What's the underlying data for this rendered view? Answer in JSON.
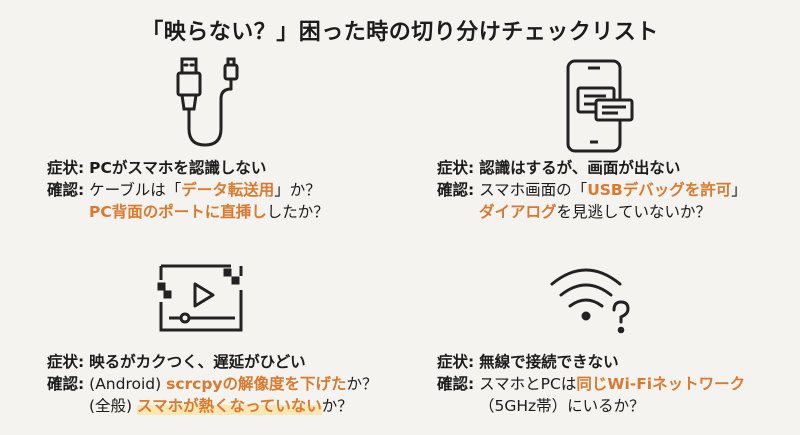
{
  "title": "「映らない？」困った時の切り分けチェックリスト",
  "colors": {
    "accent": "#d97a2f",
    "highlight": "#fbe7b4",
    "background": "#f4f3f0"
  },
  "cards": [
    {
      "icon": "usb-cable-icon",
      "symptom_label": "症状:",
      "symptom": "PCがスマホを認識しない",
      "check_label": "確認:",
      "l1a": "ケーブルは「",
      "l1b": "データ転送用",
      "l1c": "」か？",
      "l2a": "PC背面のポートに直挿し",
      "l2b": "したか？"
    },
    {
      "icon": "smartphone-dialog-icon",
      "symptom_label": "症状:",
      "symptom": "認識はするが、画面が出ない",
      "check_label": "確認:",
      "l1a": "スマホ画面の「",
      "l1b": "USBデバッグを許可",
      "l1c": "」",
      "l2a": "ダイアログ",
      "l2b": "を見逃していないか？"
    },
    {
      "icon": "video-player-icon",
      "symptom_label": "症状:",
      "symptom": "映るがカクつく、遅延がひどい",
      "check_label": "確認:",
      "l1a": "(Android) ",
      "l1b": "scrcpyの解像度を下げた",
      "l1c": "か？",
      "l2a": "(全般) ",
      "l2b": "スマホが熱くなっていない",
      "l2c": "か？"
    },
    {
      "icon": "wifi-question-icon",
      "symptom_label": "症状:",
      "symptom": "無線で接続できない",
      "check_label": "確認:",
      "l1a": "スマホとPCは",
      "l1b": "同じWi-Fiネットワーク",
      "l2a": "（5GHz帯）にいるか？"
    }
  ]
}
